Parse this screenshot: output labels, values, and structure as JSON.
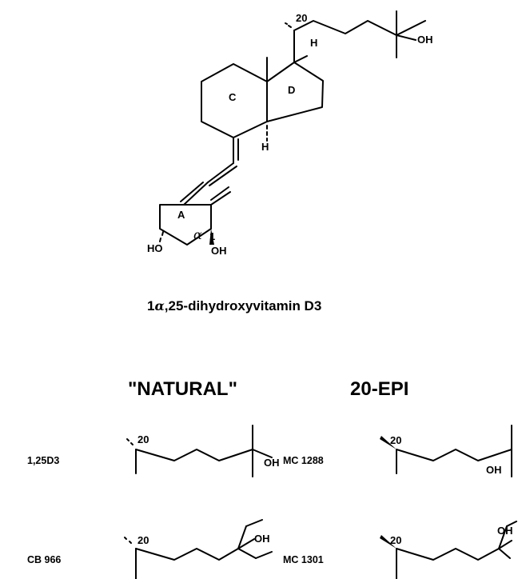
{
  "structure": {
    "rings": {
      "a": "A",
      "c": "C",
      "d": "D"
    },
    "atoms": {
      "h_top": "H",
      "h_bottom": "H",
      "oh_side": "OH",
      "ho_ring": "HO",
      "oh_ring": "OH"
    },
    "numbers": {
      "c20": "20",
      "c1": "1"
    },
    "alpha": "α"
  },
  "caption": {
    "prefix": "1",
    "alpha": "α",
    "rest": ",25-dihydroxyvitamin D3"
  },
  "headings": {
    "natural": "\"NATURAL\"",
    "epi": "20-EPI"
  },
  "compounds": [
    {
      "name": "1,25D3",
      "c20": "20",
      "oh": "OH"
    },
    {
      "name": "MC 1288",
      "c20": "20",
      "oh": "OH"
    },
    {
      "name": "CB 966",
      "c20": "20",
      "oh": "OH"
    },
    {
      "name": "MC 1301",
      "c20": "20",
      "oh": "OH"
    }
  ]
}
